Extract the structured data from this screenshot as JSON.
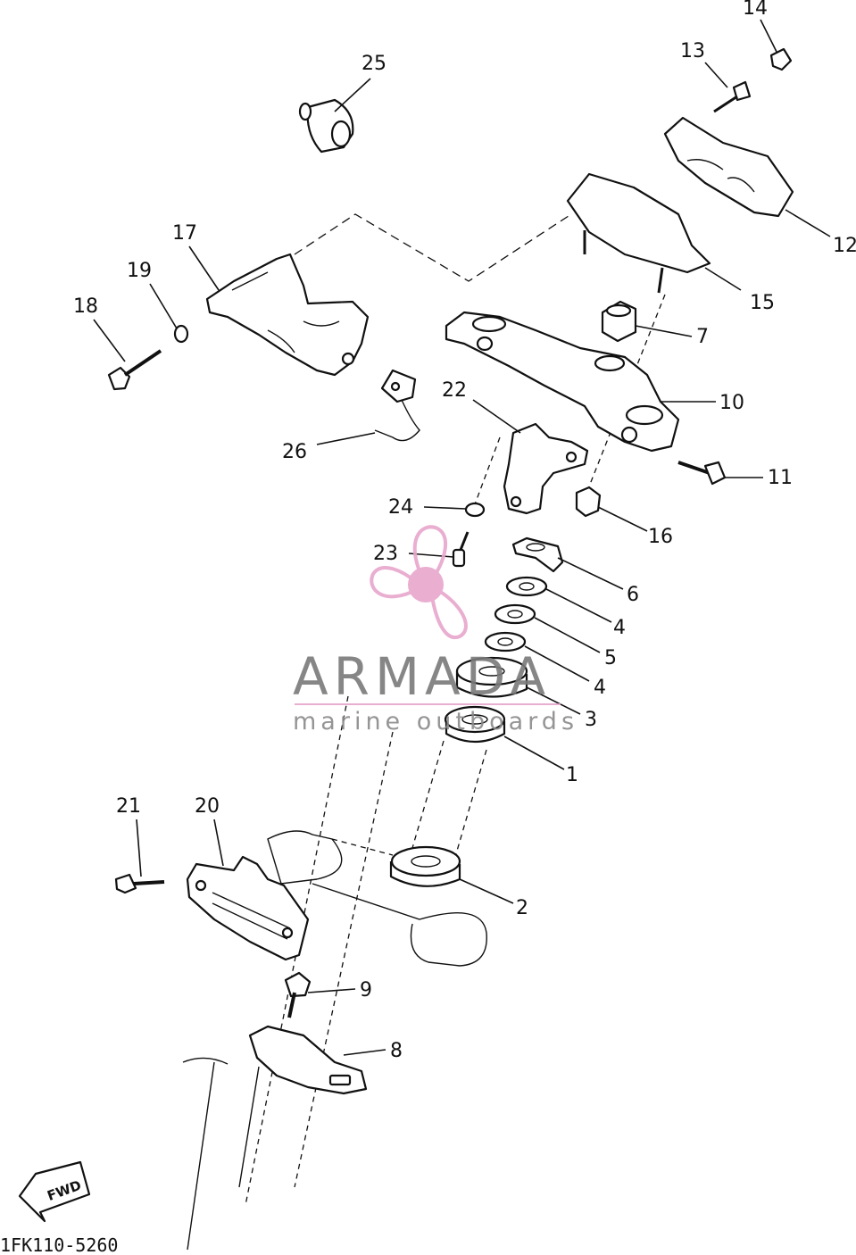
{
  "diagram_code": "1FK110-5260",
  "watermark": {
    "brand": "ARMADA",
    "tagline": "marine outboards",
    "accent_color": "#e7a6cc",
    "text_color": "#7a7a7a"
  },
  "fwd_label": "FWD",
  "callouts": {
    "c1": "1",
    "c2": "2",
    "c3": "3",
    "c4a": "4",
    "c4b": "4",
    "c5": "5",
    "c6": "6",
    "c7": "7",
    "c8": "8",
    "c9": "9",
    "c10": "10",
    "c11": "11",
    "c12": "12",
    "c13": "13",
    "c14": "14",
    "c15": "15",
    "c16": "16",
    "c17": "17",
    "c18": "18",
    "c19": "19",
    "c20": "20",
    "c21": "21",
    "c22": "22",
    "c23": "23",
    "c24": "24",
    "c25": "25",
    "c26": "26"
  }
}
